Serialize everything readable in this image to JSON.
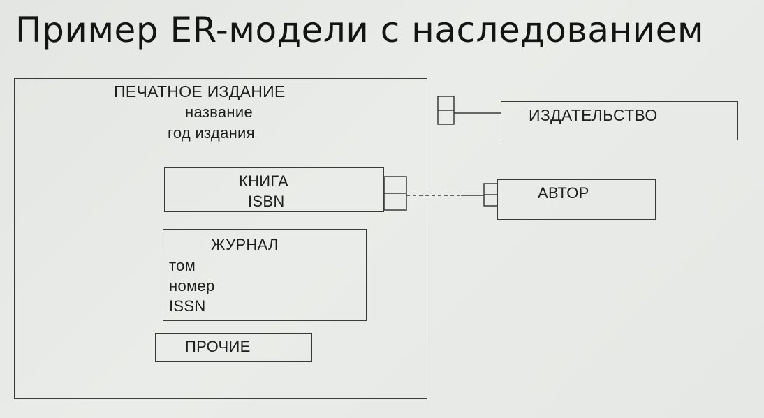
{
  "title": "Пример ER-модели с наследованием",
  "entities": {
    "printed": {
      "name": "ПЕЧАТНОЕ ИЗДАНИЕ",
      "attributes": [
        "название",
        "год издания"
      ]
    },
    "book": {
      "name": "КНИГА",
      "attributes": [
        "ISBN"
      ]
    },
    "journal": {
      "name": "ЖУРНАЛ",
      "attributes": [
        "том",
        "номер",
        "ISSN"
      ]
    },
    "other": {
      "name": "ПРОЧИЕ"
    },
    "publisher": {
      "name": "ИЗДАТЕЛЬСТВО"
    },
    "author": {
      "name": "АВТОР"
    }
  },
  "relationships": [
    {
      "from": "printed",
      "to": "publisher",
      "line": "solid"
    },
    {
      "from": "book",
      "to": "author",
      "line": "dashed"
    }
  ]
}
